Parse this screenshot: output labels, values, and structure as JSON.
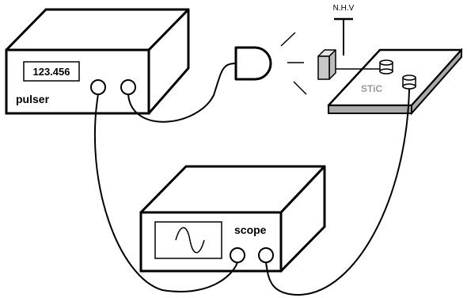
{
  "pulser": {
    "display_value": "123.456",
    "label": "pulser"
  },
  "scope": {
    "label": "scope"
  },
  "detector": {
    "label": "STiC"
  },
  "hv": {
    "label": "N.H.V"
  },
  "colors": {
    "outline": "#000000",
    "panel_fill": "#ffffff",
    "board_side": "#aaaaaa",
    "detector_fill": "#c8c8c8",
    "stic_text": "#9a9a9a"
  }
}
